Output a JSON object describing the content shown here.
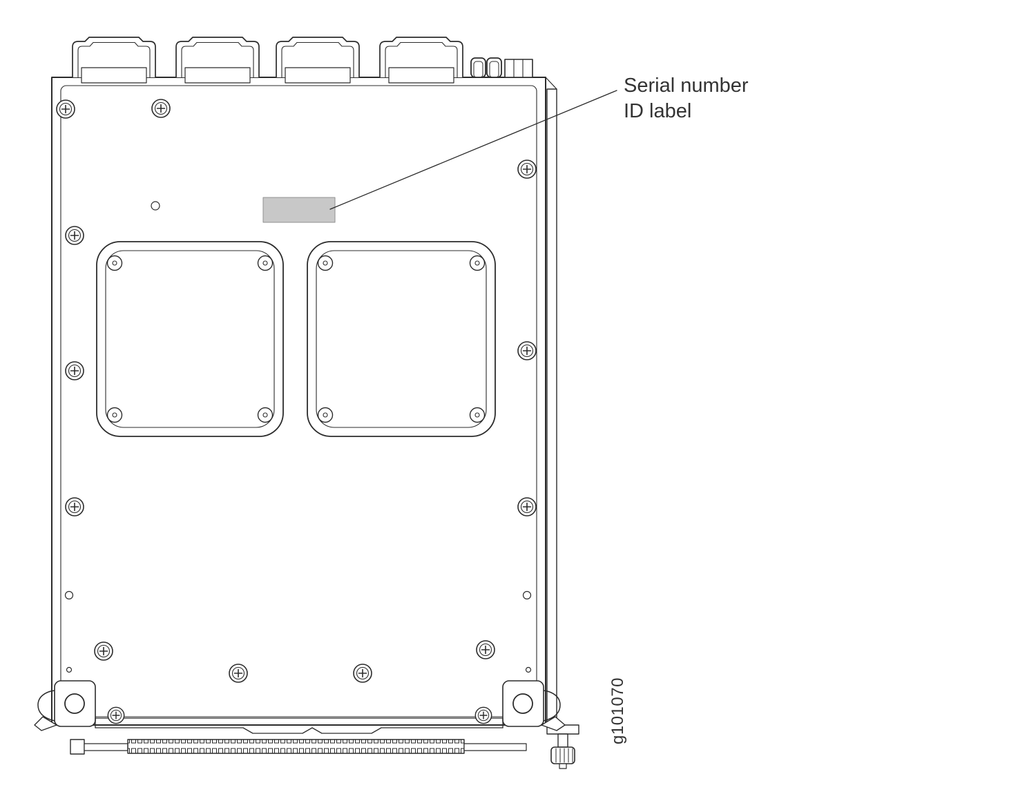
{
  "figure": {
    "callout_line1": "Serial number",
    "callout_line2": "ID label",
    "figure_id": "g101070",
    "label_fill": "#c8c8c8",
    "label_stroke": "#8f8f8f",
    "line_color": "#2b2b2b",
    "text_color": "#333333",
    "background": "#ffffff"
  }
}
